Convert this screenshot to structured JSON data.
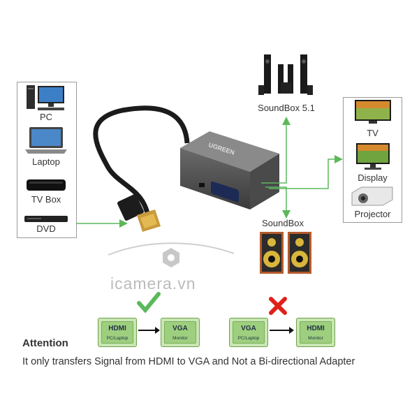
{
  "sources": {
    "items": [
      {
        "label": "PC"
      },
      {
        "label": "Laptop"
      },
      {
        "label": "TV Box"
      },
      {
        "label": "DVD"
      }
    ]
  },
  "outputs": {
    "soundbox51": "SoundBox 5.1",
    "soundbox": "SoundBox",
    "displays": [
      {
        "label": "TV"
      },
      {
        "label": "Display"
      },
      {
        "label": "Projector"
      }
    ]
  },
  "adapter": {
    "brand": "UGREEN"
  },
  "watermark": {
    "text": "icamera.vn"
  },
  "compat": {
    "valid": {
      "from_main": "HDMI",
      "from_sub": "PC/Laptop",
      "to_main": "VGA",
      "to_sub": "Monitor"
    },
    "invalid": {
      "from_main": "VGA",
      "from_sub": "PC/Laptop",
      "to_main": "HDMI",
      "to_sub": "Monitor"
    }
  },
  "attention": {
    "title": "Attention",
    "text": "It only transfers Signal from HDMI to VGA and Not a Bi-directional Adapter"
  },
  "colors": {
    "arrow": "#5cb85c",
    "check": "#5cb85c",
    "cross": "#e0201b",
    "port_fill": "#c9e6b3"
  }
}
